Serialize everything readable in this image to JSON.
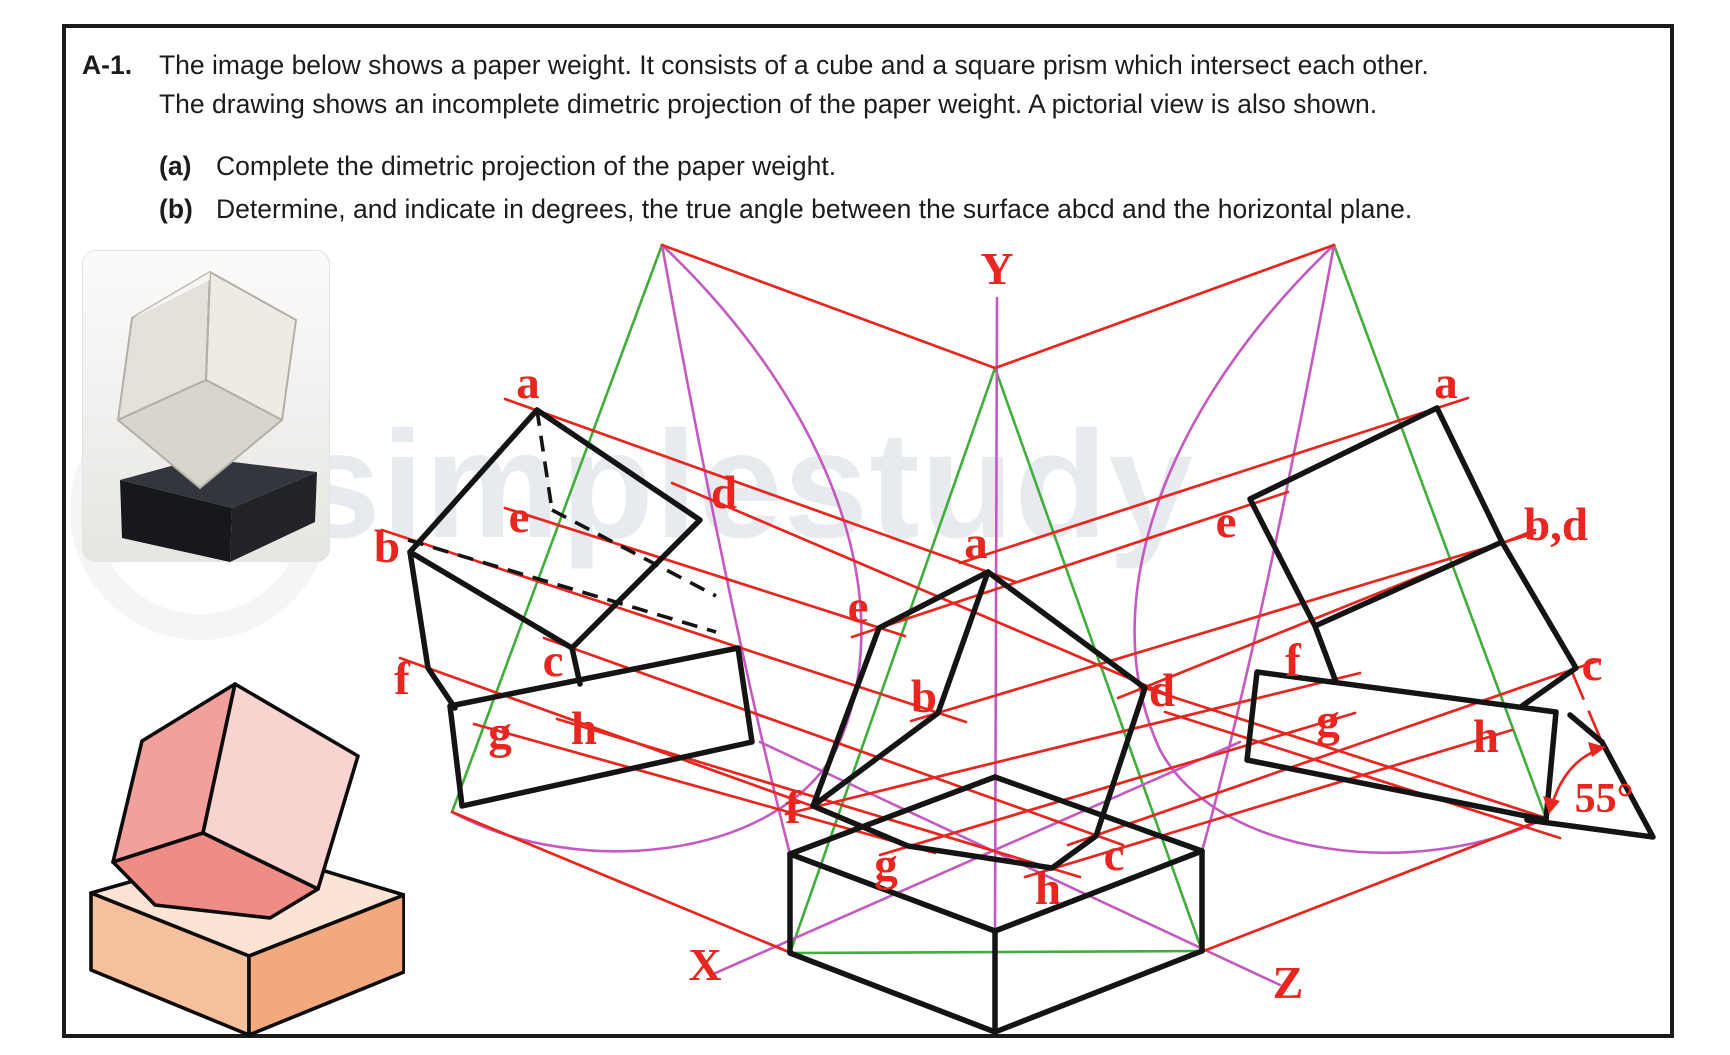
{
  "question": {
    "number": "A-1.",
    "line1": "The image below shows a paper weight. It consists of a cube and a square prism which intersect each other.",
    "line2": "The drawing shows an incomplete dimetric projection of the paper weight. A pictorial view is also shown.",
    "parts": [
      {
        "label": "(a)",
        "text": "Complete the dimetric projection of the paper weight."
      },
      {
        "label": "(b)",
        "text": "Determine, and indicate in degrees, the true angle between the surface abcd and the horizontal plane."
      }
    ]
  },
  "watermark": {
    "text": "simplestudy"
  },
  "diagram": {
    "axes": {
      "x": "X",
      "y": "Y",
      "z": "Z"
    },
    "angle": "55°",
    "front_labels": [
      "a",
      "b",
      "c",
      "d",
      "e",
      "f",
      "g",
      "h"
    ],
    "dimetric_labels": [
      "a",
      "b",
      "c",
      "d",
      "e",
      "f",
      "g",
      "h"
    ],
    "side_labels": [
      "a",
      "b,d",
      "c",
      "e",
      "f",
      "g",
      "h"
    ]
  },
  "colors": {
    "red": "#e8251f",
    "green": "#3fae3b",
    "magenta": "#c45ac0",
    "ink": "#141414",
    "watermark": "#e7eaee",
    "glass_left": "#e3e1da",
    "glass_right": "#edebe4",
    "glass_bottom": "#d8d5cd",
    "glass_edge": "#b2afa6",
    "base_top": "#33373d",
    "base_left": "#16181c",
    "base_right": "#212329",
    "pink_left": "#f2a09b",
    "pink_right": "#f8d3d0",
    "pink_bottom": "#ee8c85",
    "peach_top": "#fce4d4",
    "peach_left": "#f7c09c",
    "peach_right": "#f3a97e"
  }
}
